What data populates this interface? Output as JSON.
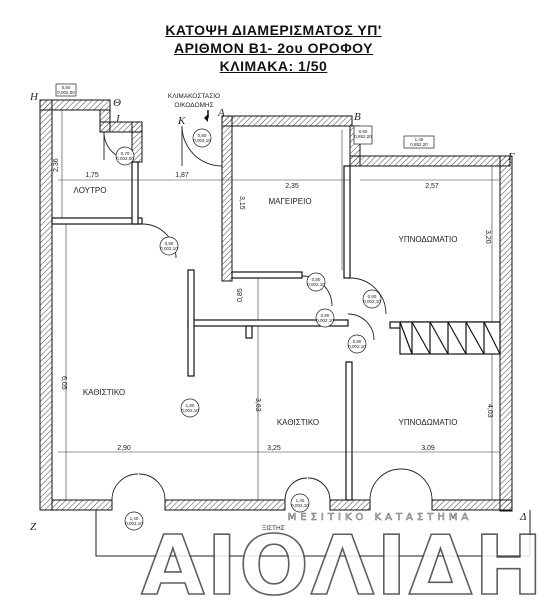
{
  "title": {
    "line1": "ΚΑΤΟΨΗ ΔΙΑΜΕΡΙΣΜΑΤΟΣ ΥΠ'",
    "line2": "ΑΡΙΘΜΟΝ Β1- 2ου ΟΡΟΦΟΥ",
    "line3": "ΚΛΙΜΑΚΑ: 1/50"
  },
  "labels": {
    "stair_line1": "ΚΛΙΜΑΚΟΣΤΑΣΙΟ",
    "stair_line2": "ΟΙΚΟΔΟΜΗΣ"
  },
  "rooms": {
    "bath": "ΛΟΥΤΡΟ",
    "kitchen": "ΜΑΓΕΙΡΕΙΟ",
    "bed1": "ΥΠΝΟΔΩΜΑΤΙΟ",
    "bed2": "ΥΠΝΟΔΩΜΑΤΙΟ",
    "living1": "ΚΑΘΙΣΤΙΚΟ",
    "living2": "ΚΑΘΙΣΤΙΚΟ"
  },
  "dimensions": {
    "d_bath_h": "2,36",
    "d_bath_w": "1,75",
    "d_hall_w": "1,87",
    "d_kitchen_w": "2,35",
    "d_kitchen_h": "3,15",
    "d_bed1_w": "2,57",
    "d_bed1_h": "3,20",
    "d_mid_h": "0,85",
    "d_living1_h": "6,05",
    "d_living2_h": "3,63",
    "d_bed2_h": "4,03",
    "d_bottom_1": "2,90",
    "d_bottom_2": "3,25",
    "d_bottom_3": "3,09"
  },
  "openings": {
    "o_corner": "0,50\n0,002,00",
    "o_bath": "0,70\n0,002,00",
    "o_entry": "0,80\n0,002,10",
    "o_kitchen_win": "0,60\n0,852,20",
    "o_bed1_win": "1,40\n0,852,20",
    "o_living_door": "0,90\n0,002,10",
    "o_kitchen_door": "0,80\n0,002,10",
    "o_bed1_door": "0,80\n0,002,10",
    "o_bed2_door": "0,80\n0,002,10",
    "o_living1": "1,80\n0,002,10",
    "o_balcony1": "1,40\n0,002,10",
    "o_balcony2": "1,40\n0,002,10"
  },
  "corner_letters": {
    "H": "Η",
    "Th": "Θ",
    "I": "Ι",
    "K": "Κ",
    "A": "Α",
    "B": "Β",
    "G": "Γ",
    "D": "Δ",
    "Z": "Ζ"
  },
  "bottom_partial": "ΞΙΣΤΗΣ",
  "watermark": {
    "small": "ΜΕΣΙΤΙΚΟ ΚΑΤΑΣΤΗΜΑ",
    "big": "ΑΙΟΛΙΔΗΣ"
  }
}
